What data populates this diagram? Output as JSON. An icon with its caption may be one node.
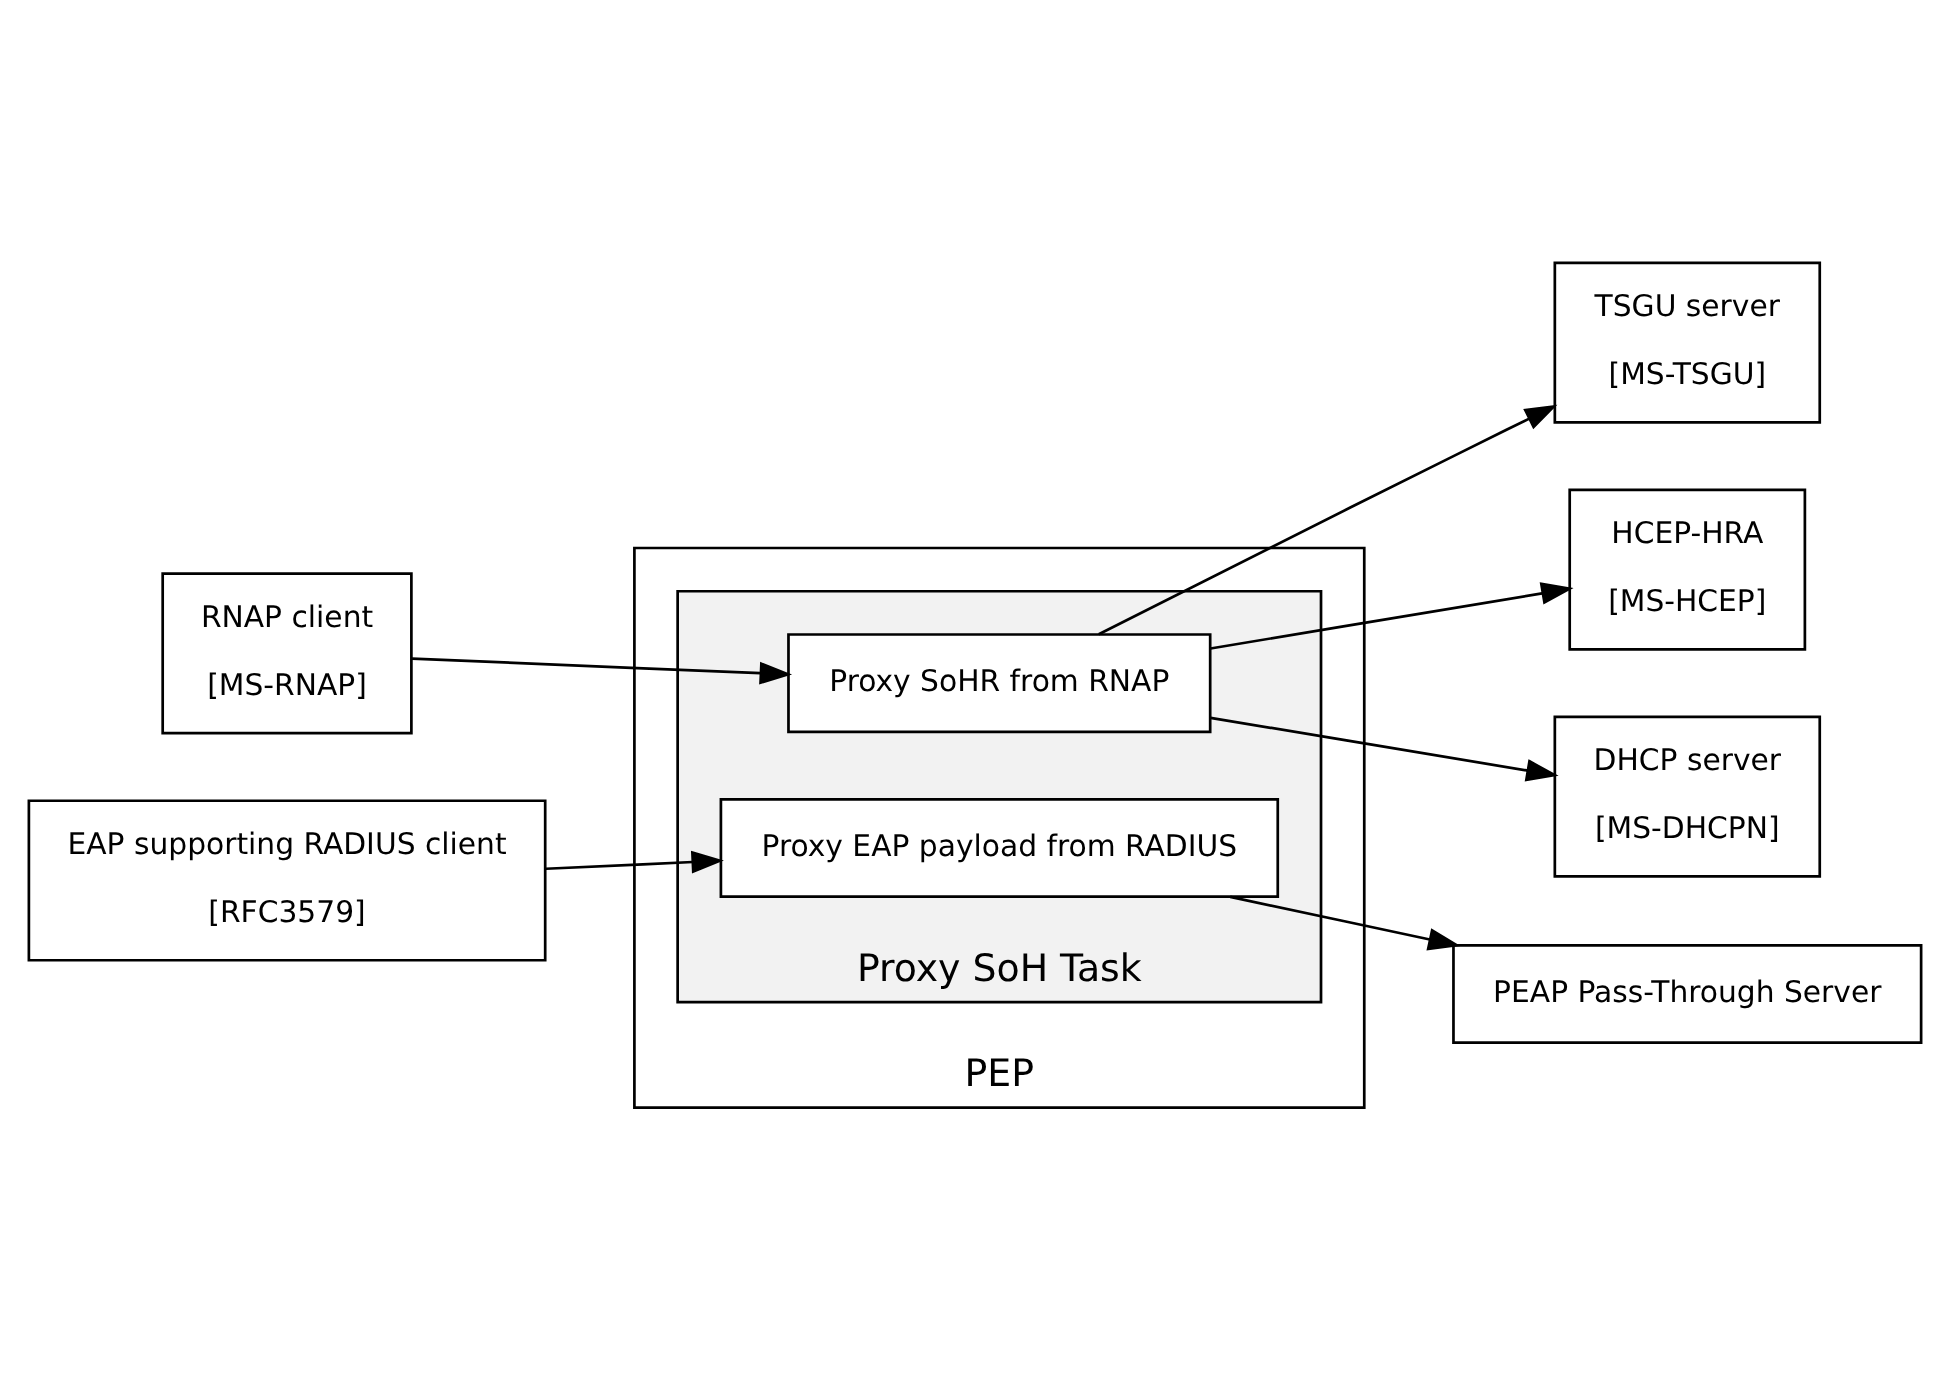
{
  "diagram": {
    "nodes": [
      {
        "text": [
          "RNAP client",
          "[MS-RNAP]"
        ]
      },
      {
        "text": [
          "EAP supporting RADIUS client",
          "[RFC3579]"
        ]
      },
      {
        "text": [
          "PEP"
        ]
      },
      {
        "text": [
          "Proxy SoH Task"
        ],
        "in": 2
      },
      {
        "text": [
          "Proxy EAP payload from RADIUS"
        ],
        "in": 3
      },
      {
        "text": [
          "Proxy SoHR from RNAP"
        ],
        "in": 3
      },
      {
        "text": [
          "PEAP Pass-Through Server"
        ]
      },
      {
        "text": [
          "HCEP-HRA",
          "[MS-HCEP]"
        ]
      },
      {
        "text": [
          "DHCP server",
          "[MS-DHCPN]"
        ]
      },
      {
        "text": [
          "TSGU server",
          "[MS-TSGU]"
        ]
      }
    ],
    "edges": [
      {
        "from": 0,
        "to": 5,
        "arrow": "to"
      },
      {
        "from": 1,
        "to": 4,
        "arrow": "to"
      },
      {
        "from": 4,
        "to": 6,
        "arrow": "to"
      },
      {
        "from": 5,
        "to": 7,
        "arrow": "to"
      },
      {
        "from": 5,
        "to": 8,
        "arrow": "to"
      },
      {
        "from": 5,
        "to": 9,
        "arrow": "to"
      }
    ]
  }
}
